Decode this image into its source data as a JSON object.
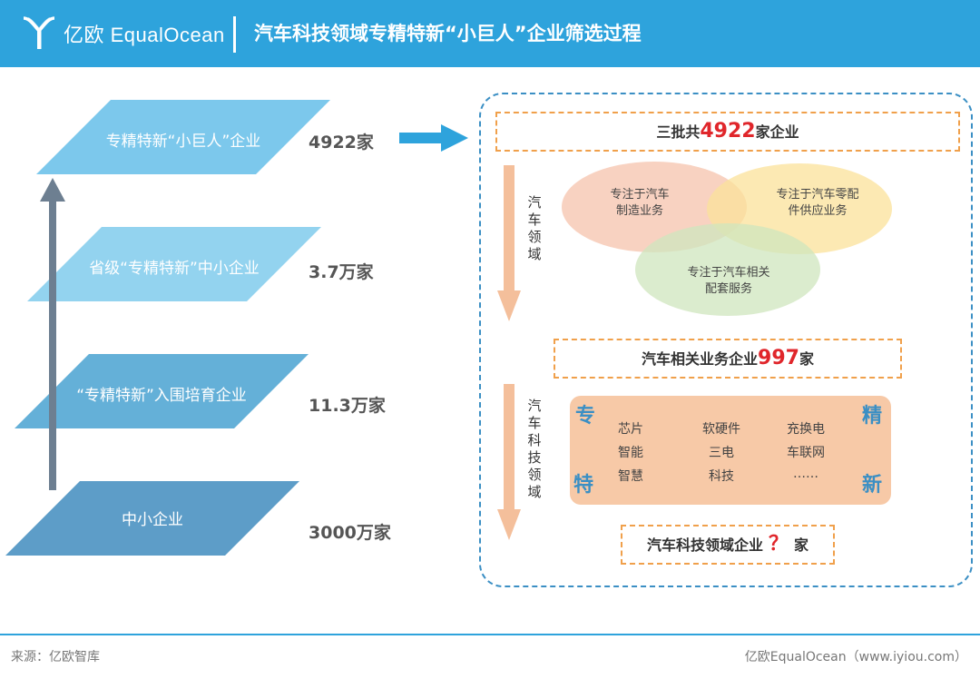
{
  "header": {
    "logo_text": "亿欧 EqualOcean",
    "title": "汽车科技领域专精特新“小巨人”企业筛选过程"
  },
  "pyramid": {
    "layers": [
      {
        "label": "专精特新“小巨人”企业",
        "count": "4922家",
        "color": "#7cc8ec"
      },
      {
        "label": "省级“专精特新”中小企业",
        "count": "3.7万家",
        "color": "#93d3ef"
      },
      {
        "label": "“专精特新”入围培育企业",
        "count": "11.3万家",
        "color": "#64b0d8"
      },
      {
        "label": "中小企业",
        "count": "3000万家",
        "color": "#5d9dc8"
      }
    ]
  },
  "panel": {
    "step1": {
      "prefix": "三批共",
      "number": "4922",
      "suffix": "家企业"
    },
    "arrow1_label": "汽车领域",
    "venn": {
      "circle1": "专注于汽车制造业务",
      "circle1_l1": "专注于汽车",
      "circle1_l2": "制造业务",
      "circle2_l1": "专注于汽车零配",
      "circle2_l2": "件供应业务",
      "circle3_l1": "专注于汽车相关",
      "circle3_l2": "配套服务",
      "colors": [
        "#f6c7b2",
        "#fbe19a",
        "#cfe6bd"
      ]
    },
    "step2": {
      "prefix": "汽车相关业务企业",
      "number": "997",
      "suffix": "家"
    },
    "arrow2_label": "汽车科技领域",
    "tech": {
      "items": [
        "芯片",
        "软硬件",
        "充换电",
        "智能",
        "三电",
        "车联网",
        "智慧",
        "科技",
        "……"
      ],
      "corners": [
        "专",
        "精",
        "特",
        "新"
      ]
    },
    "step3": {
      "prefix": "汽车科技领域企业",
      "mark": "？",
      "suffix": "家"
    }
  },
  "footer": {
    "source": "来源：亿欧智库",
    "brand": "亿欧EqualOcean（www.iyiou.com）"
  }
}
